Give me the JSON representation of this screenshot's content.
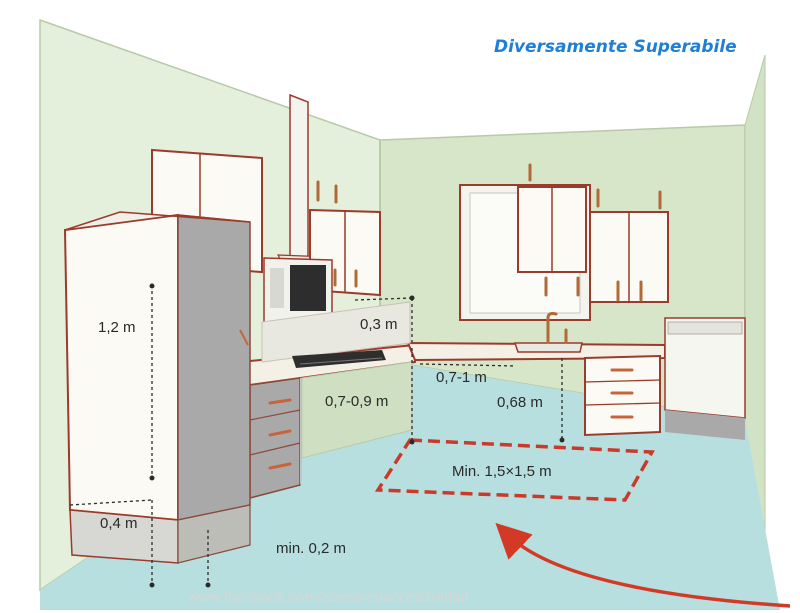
{
  "brand": "Diversamente Superabile",
  "watermark": "www.facebook.com/asesorenaccesibilidad",
  "labels": {
    "fridge_height": "1,2 m",
    "plinth_height": "0,4 m",
    "toe_clearance": "min. 0,2 m",
    "wall_to_counter": "0,3 m",
    "counter_height": "0,7-0,9 m",
    "sink_width": "0,7-1 m",
    "sink_knee_height": "0,68 m",
    "turning_area": "Min. 1,5×1,5 m"
  },
  "colors": {
    "brand": "#1e7fd6",
    "wall_left": "#e4efdc",
    "wall_back": "#d7e6c9",
    "floor": "#b8dfe0",
    "cabinet": "#fbfaf4",
    "cabinet_side": "#a9a9a9",
    "outline": "#9b3b2b",
    "dim_line": "#2b2b2b",
    "dashed_area": "#c83a2a",
    "arrow": "#d23a25"
  },
  "icons": [
    "microwave-icon",
    "cooktop-icon",
    "faucet-icon",
    "dishwasher-icon",
    "turning-arrow-icon"
  ]
}
